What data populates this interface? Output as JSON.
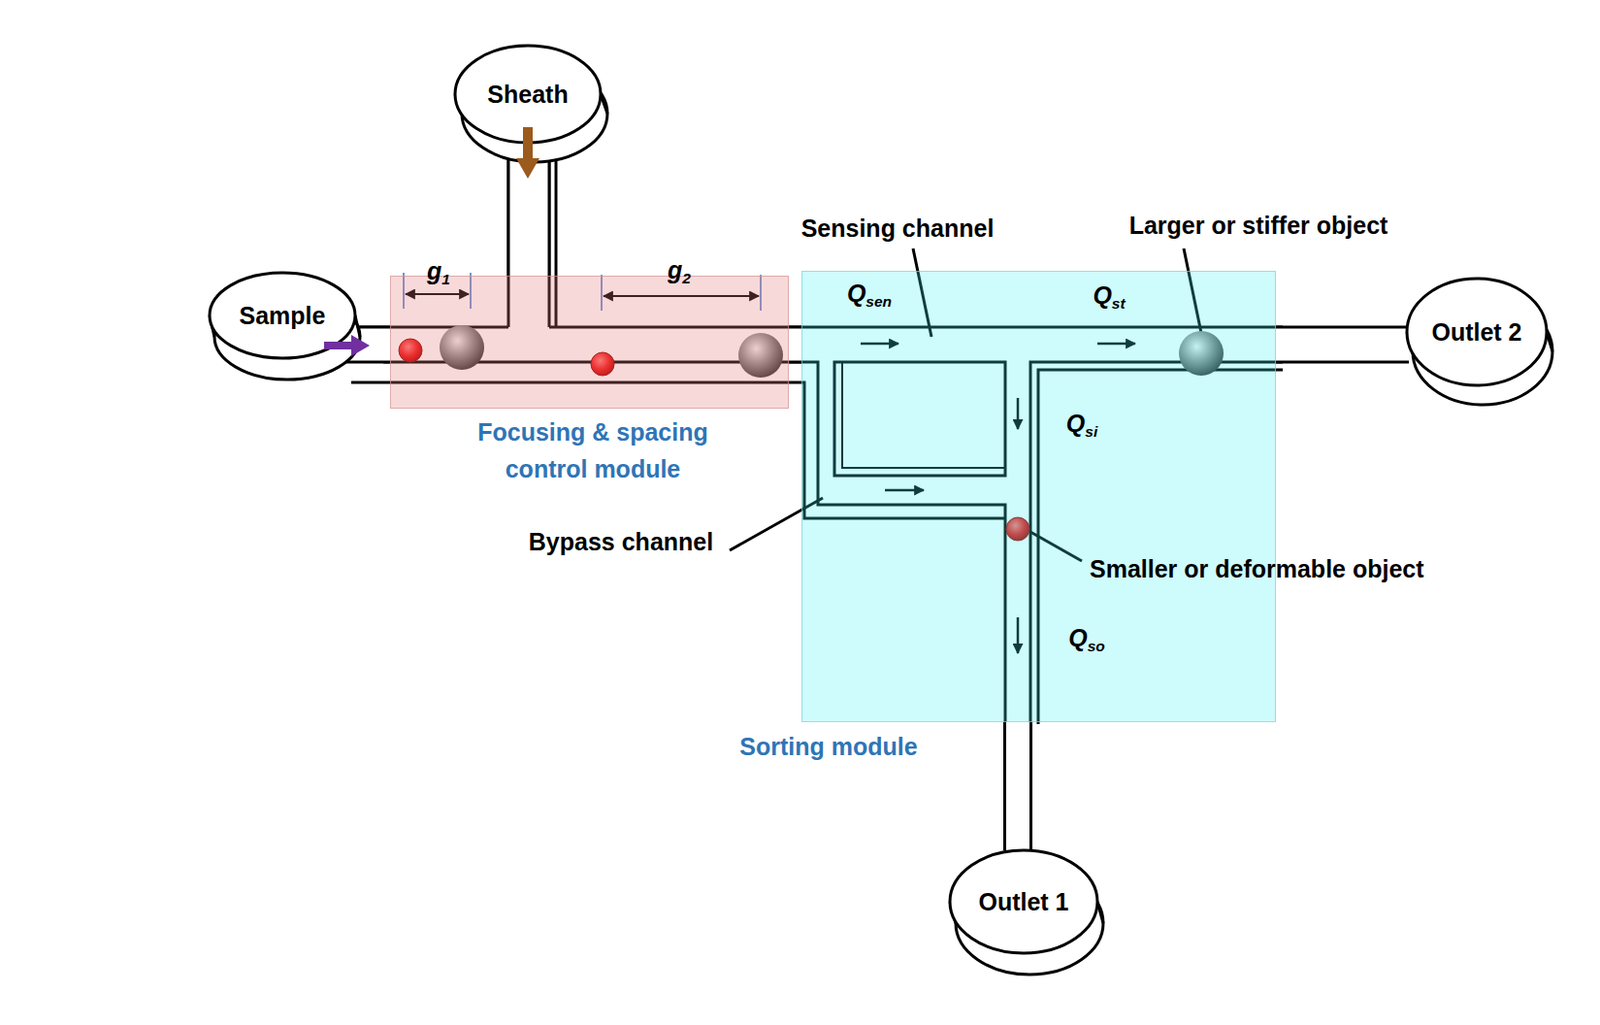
{
  "diagram": {
    "nodes": [
      {
        "text": [
          "Sheath"
        ]
      },
      {
        "text": [
          "Sample"
        ]
      },
      {
        "text": [
          "Focusing & spacing control module"
        ]
      },
      {
        "text": [
          "Sorting module"
        ]
      },
      {
        "text": [
          "Outlet 2"
        ]
      },
      {
        "text": [
          "Outlet 1"
        ]
      }
    ],
    "edges": [
      {
        "from": 1,
        "to": 2,
        "arrow": "none"
      },
      {
        "from": 0,
        "to": 2,
        "arrow": "none"
      },
      {
        "from": 2,
        "to": 3,
        "arrow": "none"
      },
      {
        "from": 3,
        "to": 4,
        "arrow": "none"
      },
      {
        "from": 3,
        "to": 5,
        "arrow": "none"
      }
    ],
    "labels": [
      "g1",
      "g2",
      "Sensing channel",
      "Larger or stiffer object",
      "Qsen",
      "Qst",
      "Qsi",
      "Bypass channel",
      "Smaller or deformable object",
      "Qso"
    ]
  }
}
